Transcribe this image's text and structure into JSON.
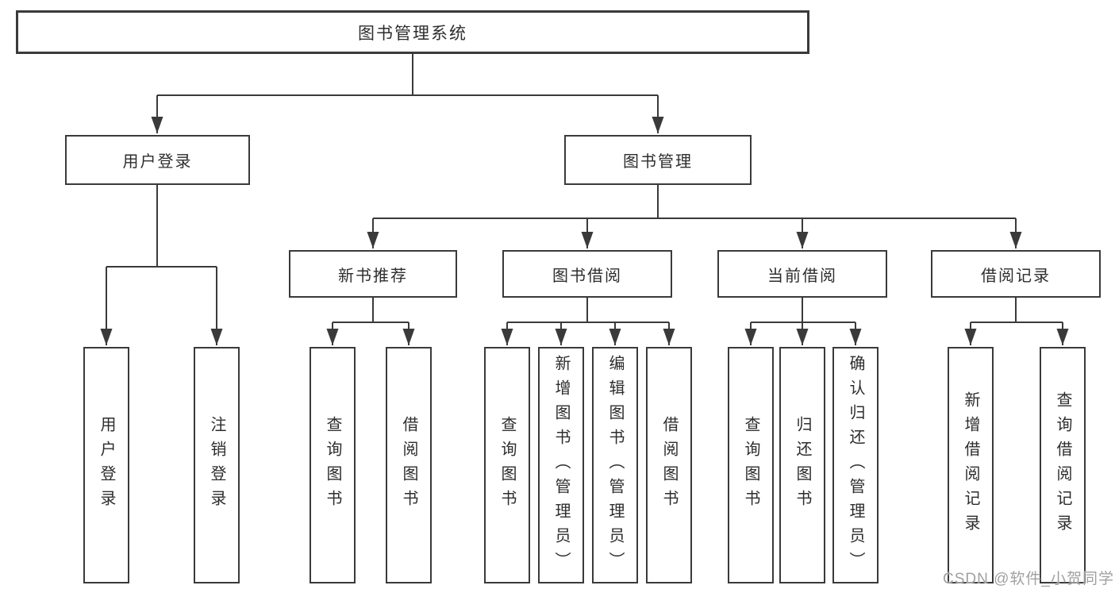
{
  "tree": {
    "root": "图书管理系统",
    "branches": [
      {
        "label": "用户登录",
        "leaves": [
          "用户登录",
          "注销登录"
        ]
      },
      {
        "label": "图书管理",
        "groups": [
          {
            "label": "新书推荐",
            "leaves": [
              "查询图书",
              "借阅图书"
            ]
          },
          {
            "label": "图书借阅",
            "leaves": [
              "查询图书",
              "新增图书（管理员）",
              "编辑图书（管理员）",
              "借阅图书"
            ]
          },
          {
            "label": "当前借阅",
            "leaves": [
              "查询图书",
              "归还图书",
              "确认归还（管理员）"
            ]
          },
          {
            "label": "借阅记录",
            "leaves": [
              "新增借阅记录",
              "查询借阅记录"
            ]
          }
        ]
      }
    ]
  },
  "watermark": {
    "text": "CSDN @软件_小贺同学"
  },
  "colors": {
    "line": "#3a3a3a",
    "box_border": "#3a3a3a",
    "text": "#2d2d2d",
    "watermark": "#a0a0a0",
    "background": "#ffffff"
  }
}
